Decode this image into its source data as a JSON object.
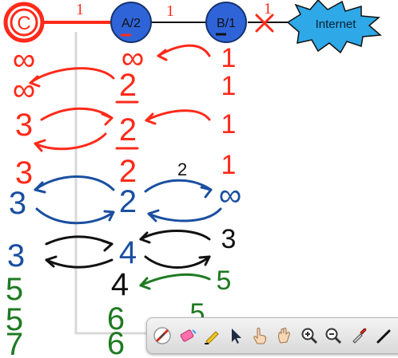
{
  "topology": {
    "nodes": [
      {
        "id": "C",
        "label": "C"
      },
      {
        "id": "A",
        "label": "A/2"
      },
      {
        "id": "B",
        "label": "B/1"
      },
      {
        "id": "internet",
        "label": "Internet"
      }
    ],
    "links": [
      {
        "from": "C",
        "to": "A",
        "cost": "1"
      },
      {
        "from": "A",
        "to": "B",
        "cost": "1"
      },
      {
        "from": "B",
        "to": "internet",
        "cost": "1",
        "broken": true
      }
    ]
  },
  "columns": {
    "c": [
      "∞",
      "∞",
      "3",
      "3",
      "3",
      "3",
      "5",
      "5",
      "7"
    ],
    "a": [
      "∞",
      "2",
      "2",
      "2",
      "2",
      "4",
      "4",
      "6",
      "6"
    ],
    "b": [
      "1",
      "1",
      "1",
      "1",
      "∞",
      "3",
      "5",
      "5"
    ]
  },
  "annotations": {
    "ab_cost": "2"
  },
  "colors": {
    "red": "#ff2a1a",
    "blue": "#1a4fa0",
    "black": "#111111",
    "green": "#1f7a22",
    "node_fill": "#2f64d8",
    "cloud_fill": "#2ea8e6"
  },
  "toolbar": {
    "tools": [
      "no-pen-icon",
      "eraser-icon",
      "highlighter-icon",
      "pointer-icon",
      "hand-pointer-icon",
      "hand-grab-icon",
      "zoom-in-icon",
      "zoom-out-icon",
      "pipette-icon",
      "pen-icon"
    ]
  }
}
